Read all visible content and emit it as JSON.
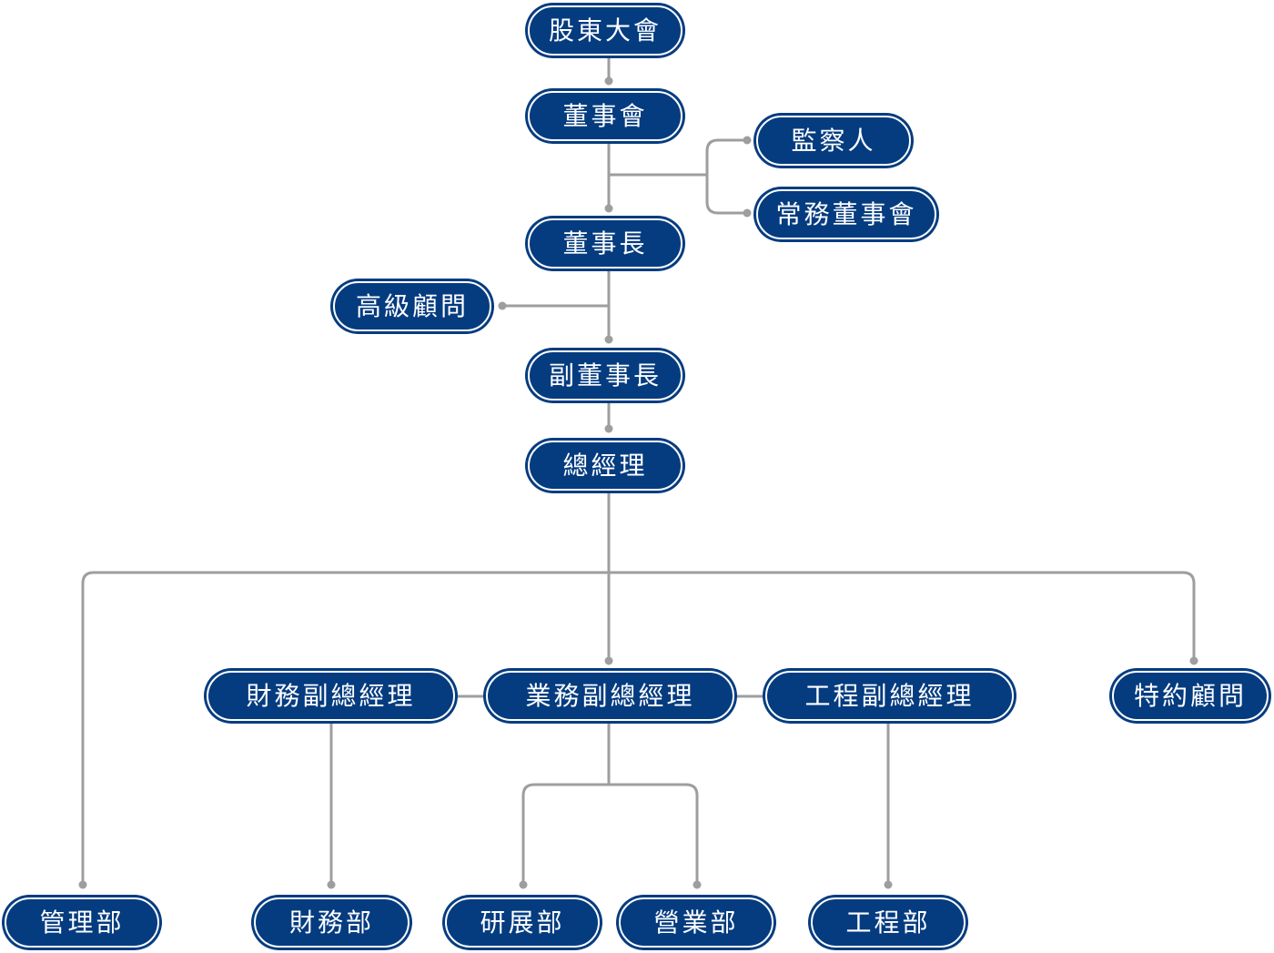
{
  "title": "組織圖",
  "colors": {
    "node_fill": "#053c80",
    "node_ring": "#ffffff",
    "node_text": "#ffffff",
    "connector": "#9e9e9e"
  },
  "nodes": {
    "shareholders": "股東大會",
    "board": "董事會",
    "supervisor": "監察人",
    "standing_board": "常務董事會",
    "chairman": "董事長",
    "senior_advisor": "高級顧問",
    "vice_chairman": "副董事長",
    "general_manager": "總經理",
    "finance_vp": "財務副總經理",
    "sales_vp": "業務副總經理",
    "engineering_vp": "工程副總經理",
    "special_advisor": "特約顧問",
    "admin_dept": "管理部",
    "finance_dept": "財務部",
    "rnd_dept": "研展部",
    "sales_dept": "營業部",
    "engineering_dept": "工程部"
  },
  "edges": [
    [
      "shareholders",
      "board"
    ],
    [
      "board",
      "chairman"
    ],
    [
      "board",
      "supervisor"
    ],
    [
      "board",
      "standing_board"
    ],
    [
      "chairman",
      "vice_chairman"
    ],
    [
      "chairman",
      "senior_advisor"
    ],
    [
      "vice_chairman",
      "general_manager"
    ],
    [
      "general_manager",
      "sales_vp"
    ],
    [
      "general_manager",
      "admin_dept"
    ],
    [
      "general_manager",
      "special_advisor"
    ],
    [
      "sales_vp",
      "finance_vp"
    ],
    [
      "sales_vp",
      "engineering_vp"
    ],
    [
      "finance_vp",
      "finance_dept"
    ],
    [
      "sales_vp",
      "rnd_dept"
    ],
    [
      "sales_vp",
      "sales_dept"
    ],
    [
      "engineering_vp",
      "engineering_dept"
    ]
  ]
}
